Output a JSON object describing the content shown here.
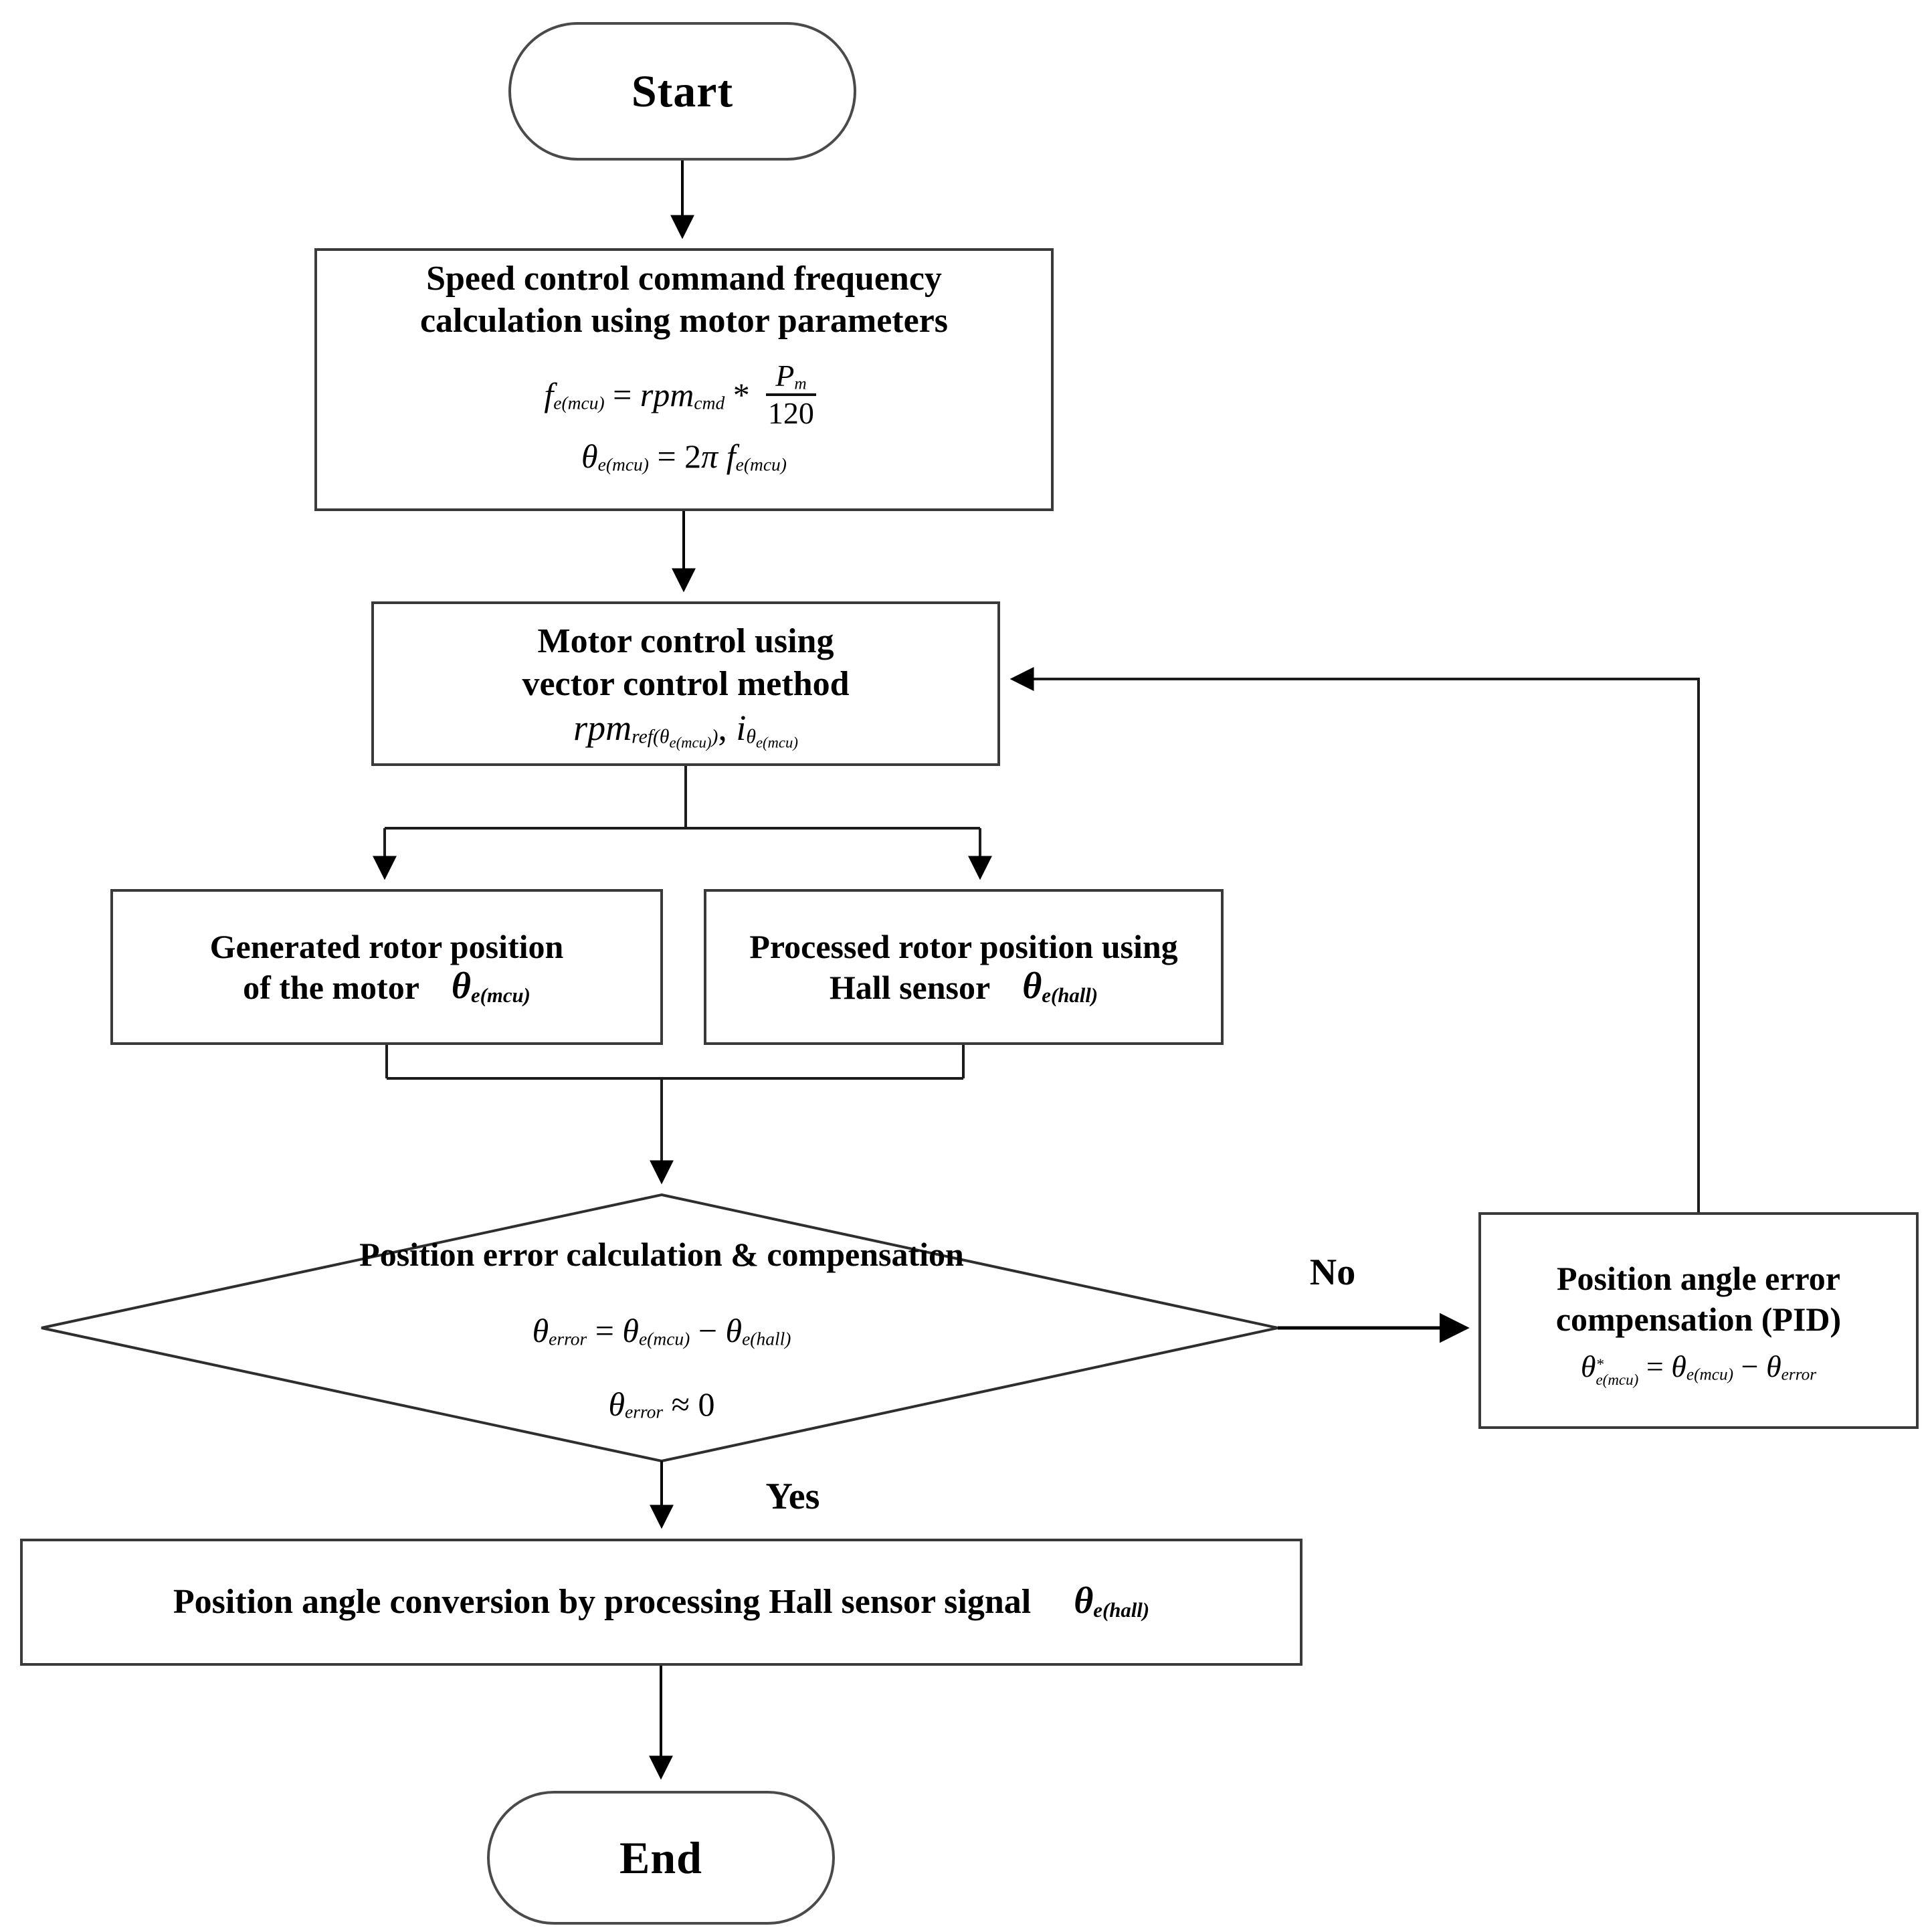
{
  "canvas": {
    "bg": "#ffffff",
    "line_color": "#1c1c1c",
    "border_color": "#3a3a3a"
  },
  "nodes": {
    "start": {
      "label": "Start"
    },
    "speed_calc": {
      "title": [
        "Speed control command frequency",
        "calculation using motor parameters"
      ]
    },
    "motor_control": {
      "title": [
        "Motor control using",
        "vector control method"
      ]
    },
    "gen_rotor": {
      "title": [
        "Generated rotor position",
        "of the motor"
      ]
    },
    "hall_rotor": {
      "title": [
        "Processed rotor position using",
        "Hall sensor"
      ]
    },
    "decision": {
      "title": "Position error calculation & compensation"
    },
    "pid": {
      "title": [
        "Position angle error",
        "compensation (PID)"
      ]
    },
    "conversion": {
      "title": "Position angle conversion by processing Hall sensor signal"
    },
    "end": {
      "label": "End"
    }
  },
  "labels": {
    "yes": "Yes",
    "no": "No"
  },
  "formulas": {
    "freq": [
      {
        "k": "i",
        "t": "f"
      },
      {
        "k": "s",
        "t": "e(mcu)"
      },
      {
        "k": "n",
        "t": " = "
      },
      {
        "k": "i",
        "t": "rpm"
      },
      {
        "k": "s",
        "t": "cmd"
      },
      {
        "k": "n",
        "t": " * "
      },
      {
        "k": "frac",
        "num": [
          {
            "k": "i",
            "t": "P"
          },
          {
            "k": "s",
            "t": "m"
          }
        ],
        "den": [
          {
            "k": "n",
            "t": "120"
          }
        ]
      }
    ],
    "theta_def": [
      {
        "k": "i",
        "t": "θ"
      },
      {
        "k": "s",
        "t": "e(mcu)"
      },
      {
        "k": "n",
        "t": " = 2"
      },
      {
        "k": "i",
        "t": "π f"
      },
      {
        "k": "s",
        "t": "e(mcu)"
      }
    ],
    "rpm_ref": [
      {
        "k": "i",
        "t": "rpm"
      },
      {
        "k": "s",
        "t": "ref(θ"
      },
      {
        "k": "s2",
        "t": "e(mcu)"
      },
      {
        "k": "s",
        "t": ")"
      },
      {
        "k": "n",
        "t": ", "
      },
      {
        "k": "i",
        "t": "i"
      },
      {
        "k": "s",
        "t": "θ"
      },
      {
        "k": "s2",
        "t": "e(mcu)"
      }
    ],
    "theta_mcu": [
      {
        "k": "i",
        "t": "θ"
      },
      {
        "k": "s",
        "t": "e(mcu)"
      }
    ],
    "theta_hall": [
      {
        "k": "i",
        "t": "θ"
      },
      {
        "k": "s",
        "t": "e(hall)"
      }
    ],
    "error_eq": [
      {
        "k": "i",
        "t": "θ"
      },
      {
        "k": "s",
        "t": "error"
      },
      {
        "k": "n",
        "t": " = "
      },
      {
        "k": "i",
        "t": "θ"
      },
      {
        "k": "s",
        "t": "e(mcu)"
      },
      {
        "k": "n",
        "t": " − "
      },
      {
        "k": "i",
        "t": "θ"
      },
      {
        "k": "s",
        "t": "e(hall)"
      }
    ],
    "error_zero": [
      {
        "k": "i",
        "t": "θ"
      },
      {
        "k": "s",
        "t": "error"
      },
      {
        "k": "n",
        "t": " ≈ 0"
      }
    ],
    "pid_eq": [
      {
        "k": "i",
        "t": "θ"
      },
      {
        "k": "ss",
        "sup": "*",
        "sub": "e(mcu)"
      },
      {
        "k": "n",
        "t": " = "
      },
      {
        "k": "i",
        "t": "θ"
      },
      {
        "k": "s",
        "t": "e(mcu)"
      },
      {
        "k": "n",
        "t": " − "
      },
      {
        "k": "i",
        "t": "θ"
      },
      {
        "k": "s",
        "t": "error"
      }
    ],
    "hall_signal": [
      {
        "k": "i",
        "t": "θ"
      },
      {
        "k": "s",
        "t": "e(hall)"
      }
    ]
  }
}
